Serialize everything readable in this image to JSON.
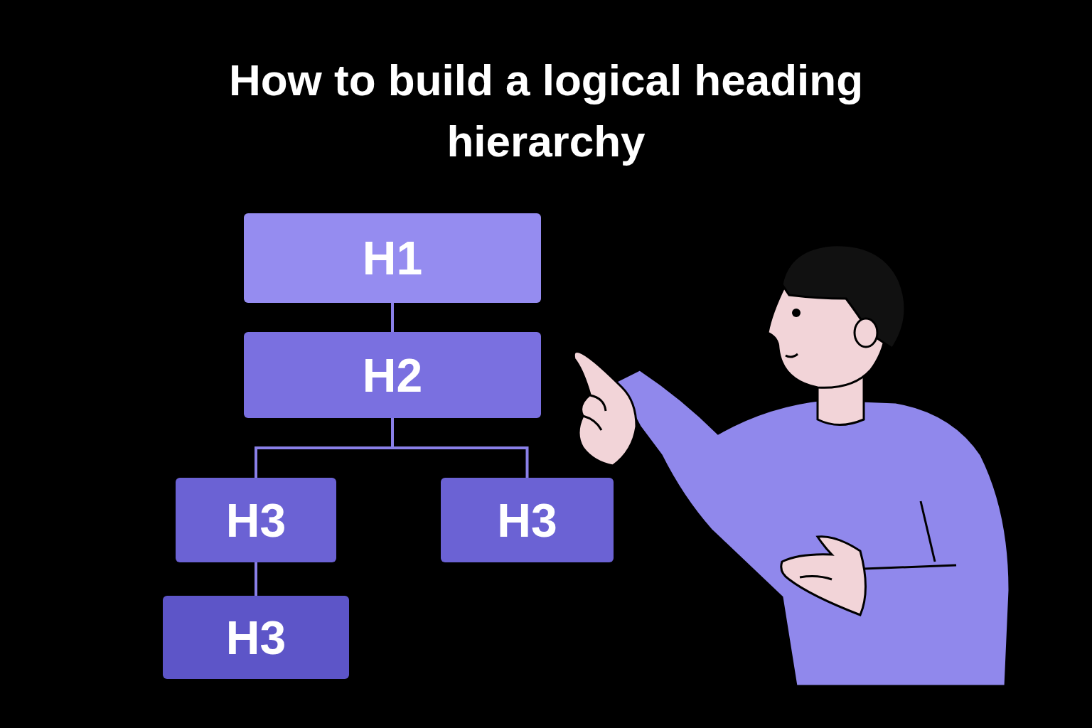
{
  "diagram": {
    "title": "How to build a logical heading hierarchy",
    "nodes": [
      {
        "text": [
          "H1"
        ]
      },
      {
        "text": [
          "H2"
        ]
      },
      {
        "text": [
          "H3"
        ]
      },
      {
        "text": [
          "H3"
        ]
      },
      {
        "text": [
          "H3"
        ]
      }
    ],
    "edges": [
      {
        "from": 0,
        "to": 1,
        "arrow": "none"
      },
      {
        "from": 1,
        "to": 2,
        "arrow": "none"
      },
      {
        "from": 1,
        "to": 3,
        "arrow": "none"
      },
      {
        "from": 2,
        "to": 4,
        "arrow": "none"
      }
    ]
  }
}
